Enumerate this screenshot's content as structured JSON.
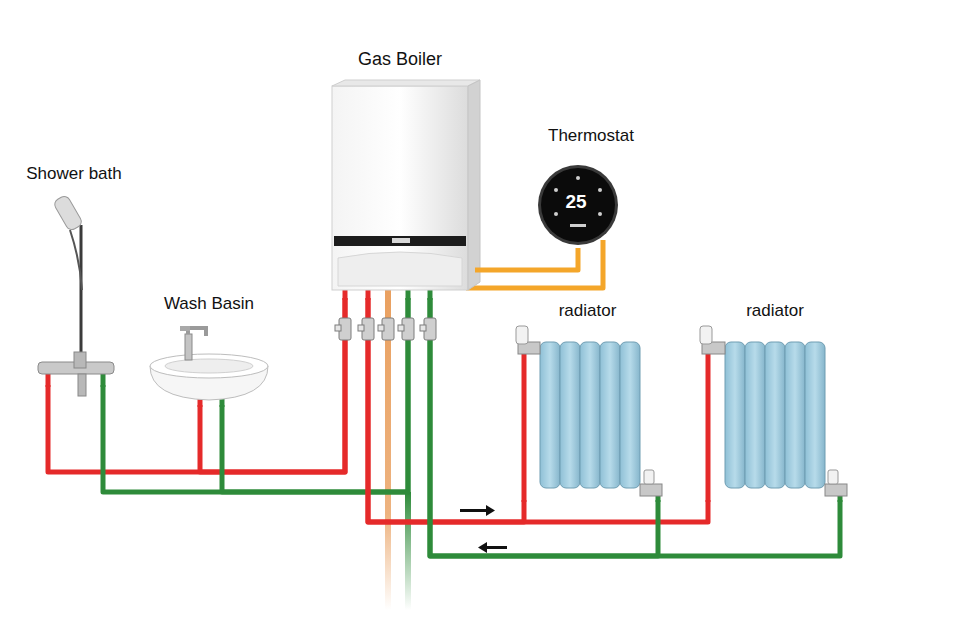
{
  "diagram": {
    "nodes": [
      {
        "text": [
          "Gas Boiler"
        ]
      },
      {
        "text": [
          "Thermostat"
        ]
      },
      {
        "text": [
          "Shower bath"
        ]
      },
      {
        "text": [
          "Wash Basin"
        ]
      },
      {
        "text": [
          "radiator"
        ]
      },
      {
        "text": [
          "radiator"
        ]
      }
    ],
    "edges": [
      {
        "from": 0,
        "to": 1,
        "arrow": "none"
      },
      {
        "from": 0,
        "to": 2,
        "arrow": "none"
      },
      {
        "from": 0,
        "to": 3,
        "arrow": "none"
      },
      {
        "from": 0,
        "to": 2,
        "arrow": "none"
      },
      {
        "from": 0,
        "to": 3,
        "arrow": "none"
      },
      {
        "from": 0,
        "to": 4,
        "arrow": "none"
      },
      {
        "from": 0,
        "to": 5,
        "arrow": "none"
      },
      {
        "from": 4,
        "to": 0,
        "arrow": "none"
      },
      {
        "from": 5,
        "to": 0,
        "arrow": "none"
      }
    ],
    "labels": [
      "25"
    ]
  }
}
